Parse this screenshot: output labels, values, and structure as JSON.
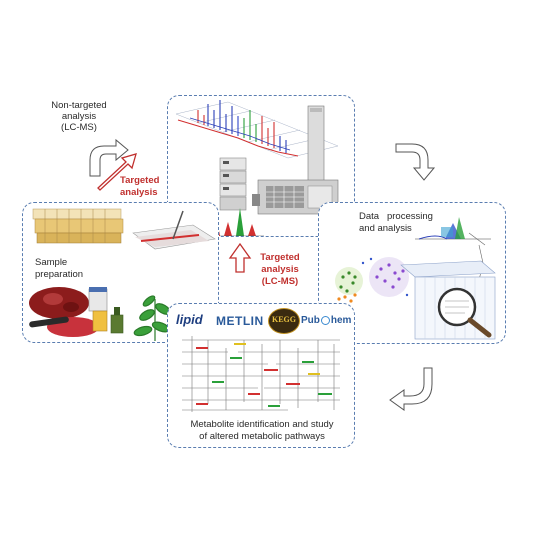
{
  "labels": {
    "non_targeted_1": "Non-targeted",
    "non_targeted_2": "analysis",
    "non_targeted_3": "(LC-MS)",
    "targeted_top_1": "Targeted",
    "targeted_top_2": "analysis",
    "targeted_mid_1": "Targeted",
    "targeted_mid_2": "analysis",
    "targeted_mid_3": "(LC-MS)",
    "sample_1": "Sample",
    "sample_2": "preparation",
    "data_proc_1": "Data   processing",
    "data_proc_2": "and analysis",
    "metab_1": "Metabolite identification and study",
    "metab_2": "of altered metabolic pathways"
  },
  "logos": {
    "lipid": "lipid",
    "metlin": "METLIN",
    "kegg": "KEGG",
    "pubchem_a": "Pub",
    "pubchem_b": "hem"
  },
  "colors": {
    "panel_border": "#5a7db0",
    "arrow_outline": "#555555",
    "accent_red": "#c0302e",
    "logo_blue": "#2a5a9a"
  }
}
